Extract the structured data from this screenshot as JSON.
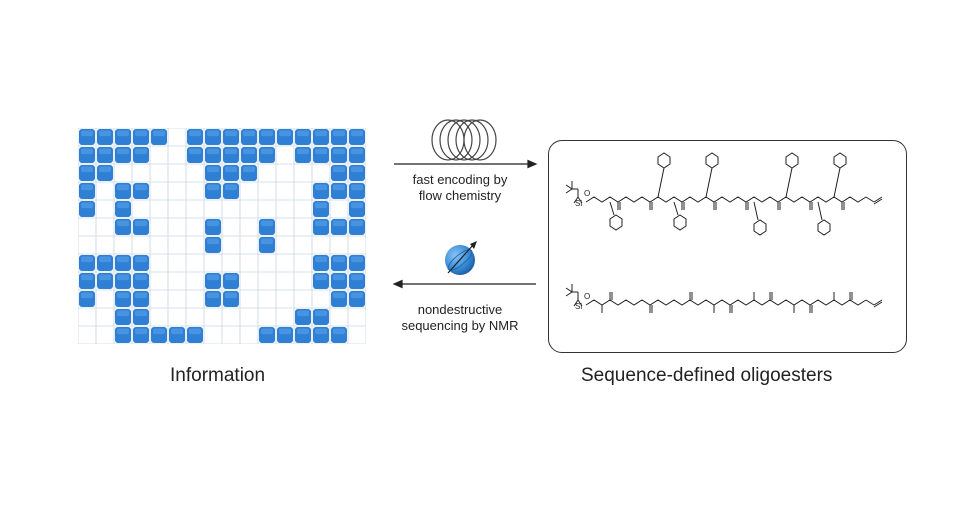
{
  "cells": [
    "1111101111111111",
    "1111001111101111",
    "1100000111000011",
    "1011000110000111",
    "1010000000000101",
    "0011000100100111",
    "0000000100100000",
    "1111000000000111",
    "1111000110000111",
    "1011000110000011",
    "0011000000001100",
    "0011111000111110"
  ],
  "colors": {
    "cell_fill": "#2f7fd4",
    "cell_highlight": "#5aa2ea",
    "grid_line": "#c9d6e3",
    "arrow": "#222222",
    "sphere": "#3b8fd9"
  },
  "labels": {
    "information": "Information",
    "oligoesters": "Sequence-defined oligoesters",
    "top_arrow": [
      "fast encoding by",
      "flow chemistry"
    ],
    "bottom_arrow": [
      "nondestructive",
      "sequencing by NMR"
    ]
  },
  "chem_atoms": {
    "si": "Si",
    "o": "O"
  },
  "icons": [
    "flow-coil-icon",
    "nmr-spin-icon"
  ]
}
